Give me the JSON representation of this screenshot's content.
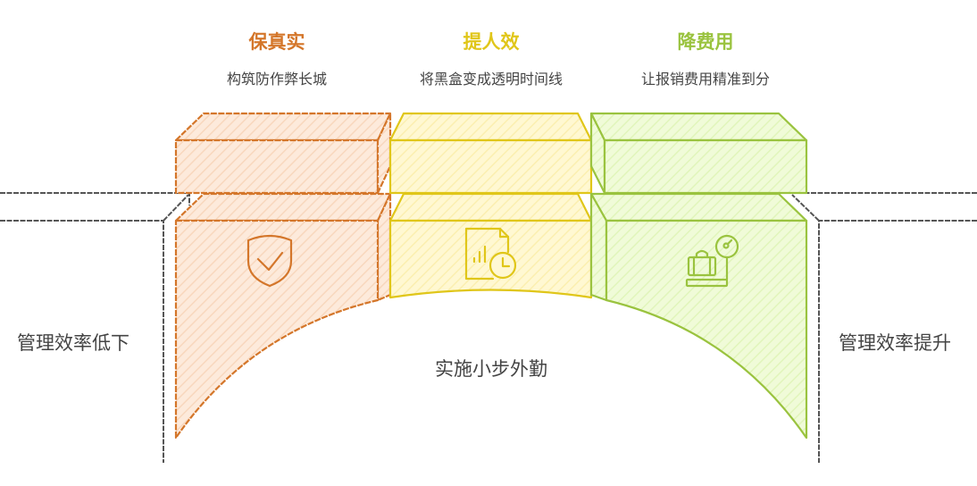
{
  "colors": {
    "orange": "#d4762a",
    "yellow": "#e0c619",
    "green": "#9ac33f",
    "gray": "#555555"
  },
  "pillars": [
    {
      "title": "保真实",
      "subtitle": "构筑防作弊长城",
      "icon": "shield-check-icon"
    },
    {
      "title": "提人效",
      "subtitle": "将黑盒变成透明时间线",
      "icon": "document-chart-clock-icon"
    },
    {
      "title": "降费用",
      "subtitle": "让报销费用精准到分",
      "icon": "luggage-scale-icon"
    }
  ],
  "labels": {
    "left": "管理效率低下",
    "right": "管理效率提升",
    "bridge": "实施小步外勤"
  }
}
